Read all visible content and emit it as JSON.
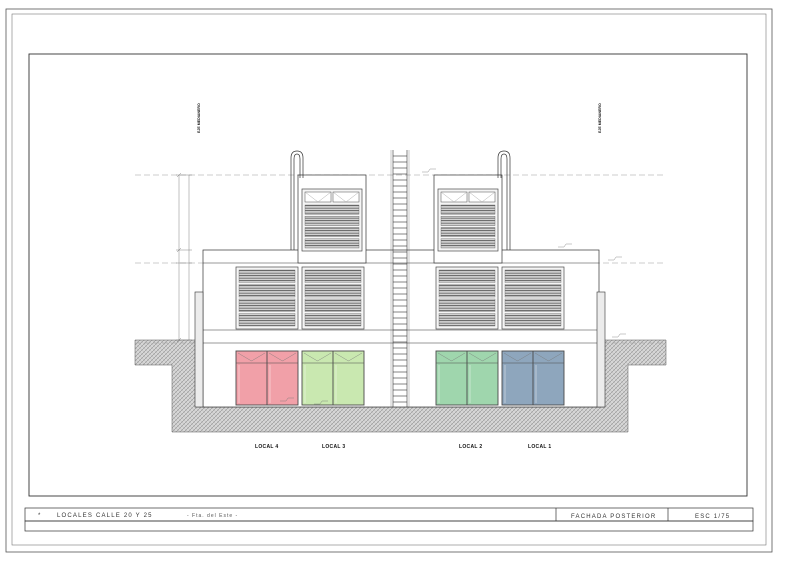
{
  "drawing": {
    "units": [
      {
        "id": "local-4",
        "label": "LOCAL 4",
        "glass_color": "#f1a0a8"
      },
      {
        "id": "local-3",
        "label": "LOCAL 3",
        "glass_color": "#c9e8b0"
      },
      {
        "id": "local-2",
        "label": "LOCAL 2",
        "glass_color": "#9fd6ad"
      },
      {
        "id": "local-1",
        "label": "LOCAL 1",
        "glass_color": "#8ea6bd"
      }
    ],
    "property_line_left": "EJE MEDIANERO",
    "property_line_right": "EJE MEDIANERO",
    "colors": {
      "line": "#222222",
      "hatch": "#8a8a8a",
      "frame": "#4a4a4a",
      "dim": "#9a9a9a"
    }
  },
  "title_block": {
    "mark": "*",
    "project": "LOCALES  CALLE 20 Y 25",
    "location": "-  Fta. del Este  -",
    "sheet_title": "FACHADA POSTERIOR",
    "scale": "ESC 1/75"
  }
}
